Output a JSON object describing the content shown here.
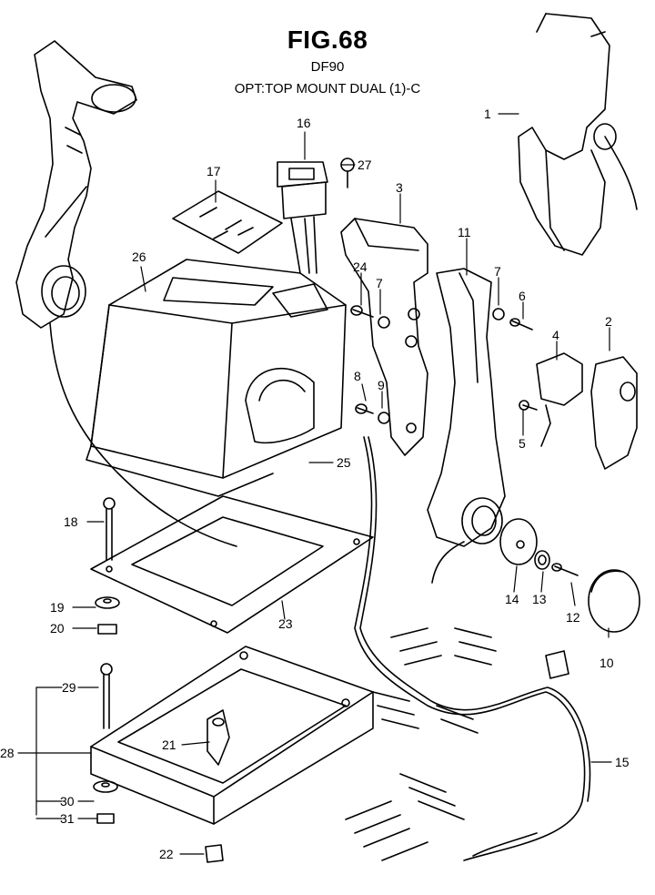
{
  "figure": {
    "title": "FIG.68",
    "model": "DF90",
    "subtitle": "OPT:TOP MOUNT DUAL (1)-C"
  },
  "callouts": [
    "1",
    "2",
    "3",
    "4",
    "5",
    "6",
    "7",
    "7",
    "8",
    "9",
    "10",
    "11",
    "12",
    "13",
    "14",
    "15",
    "16",
    "17",
    "18",
    "19",
    "20",
    "21",
    "22",
    "23",
    "24",
    "25",
    "26",
    "27",
    "28",
    "29",
    "30",
    "31"
  ]
}
